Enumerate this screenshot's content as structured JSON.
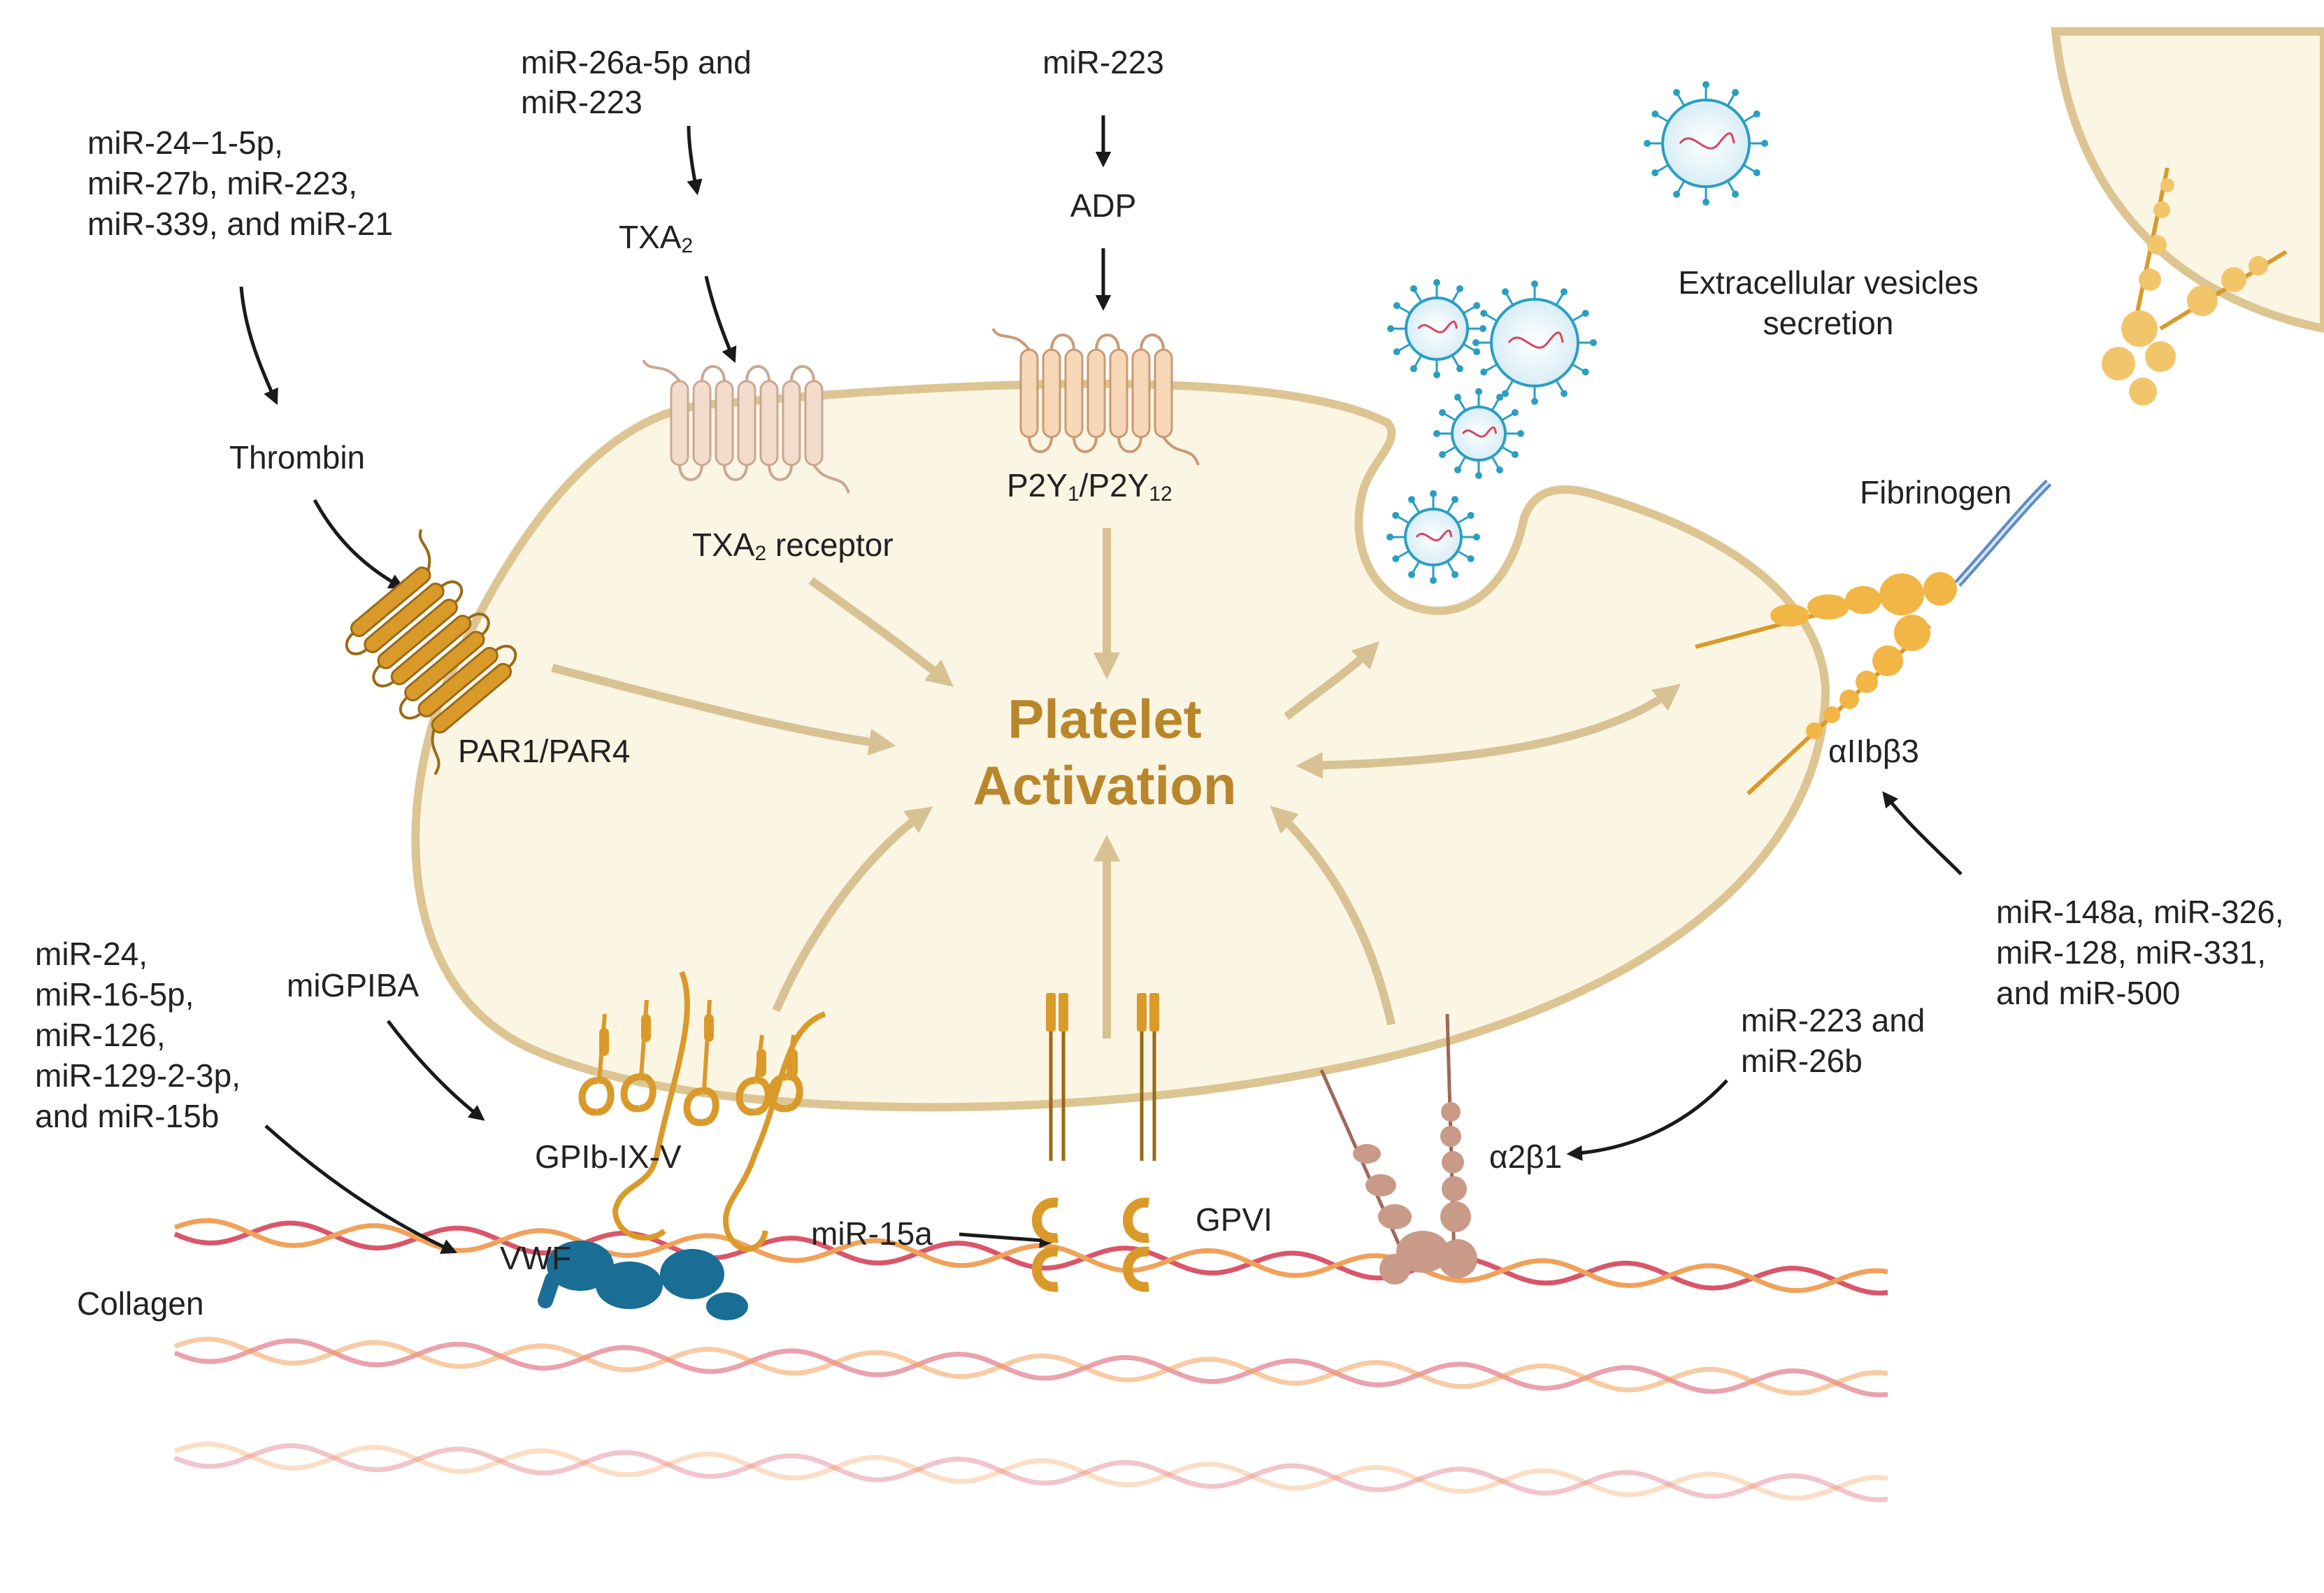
{
  "colors": {
    "cell_fill": "#fbf5e4",
    "cell_stroke": "#dcc592",
    "gold": "#c99a3d",
    "orange_receptor": "#d99a2a",
    "title": "#b8862b",
    "arrow_black": "#1a1a1a",
    "arrow_tan": "#d8c293",
    "vesicle_blue": "#2a9ec2",
    "vwf_blue": "#1a6e96",
    "collagen_red": "#d9566a",
    "collagen_orange": "#f0a15a",
    "alpha2b1_brown": "#c99a88"
  },
  "center": {
    "line1": "Platelet",
    "line2": "Activation"
  },
  "labels": {
    "thrombin_mirs": [
      "miR-24−1-5p,",
      "miR-27b, miR-223,",
      "miR-339, and miR-21"
    ],
    "txa2_mirs": [
      "miR-26a-5p and",
      "miR-223"
    ],
    "adp_mir": "miR-223",
    "thrombin": "Thrombin",
    "txa2": {
      "base": "TXA",
      "sub": "2"
    },
    "adp": "ADP",
    "par": "PAR1/PAR4",
    "txa2_receptor": {
      "base": "TXA",
      "sub": "2",
      "rest": " receptor"
    },
    "p2y": {
      "a": "P2Y",
      "a_sub": "1",
      "mid": "/P2Y",
      "b_sub": "12"
    },
    "ev": [
      "Extracellular vesicles",
      "secretion"
    ],
    "fibrinogen": "Fibrinogen",
    "aiib": "αIIbβ3",
    "aiib_mirs": [
      "miR-148a, miR-326,",
      "miR-128, miR-331,",
      "and miR-500"
    ],
    "vwf_mirs": [
      "miR-24,",
      "miR-16-5p,",
      "miR-126,",
      "miR-129-2-3p,",
      "and miR-15b"
    ],
    "migpiba": "miGPIBA",
    "gpib": "GPIb-IX-V",
    "vwf": "VWF",
    "collagen": "Collagen",
    "mir15a": "miR-15a",
    "gpvi": "GPVI",
    "a2b1_mirs": [
      "miR-223 and",
      "miR-26b"
    ],
    "a2b1": "α2β1"
  }
}
